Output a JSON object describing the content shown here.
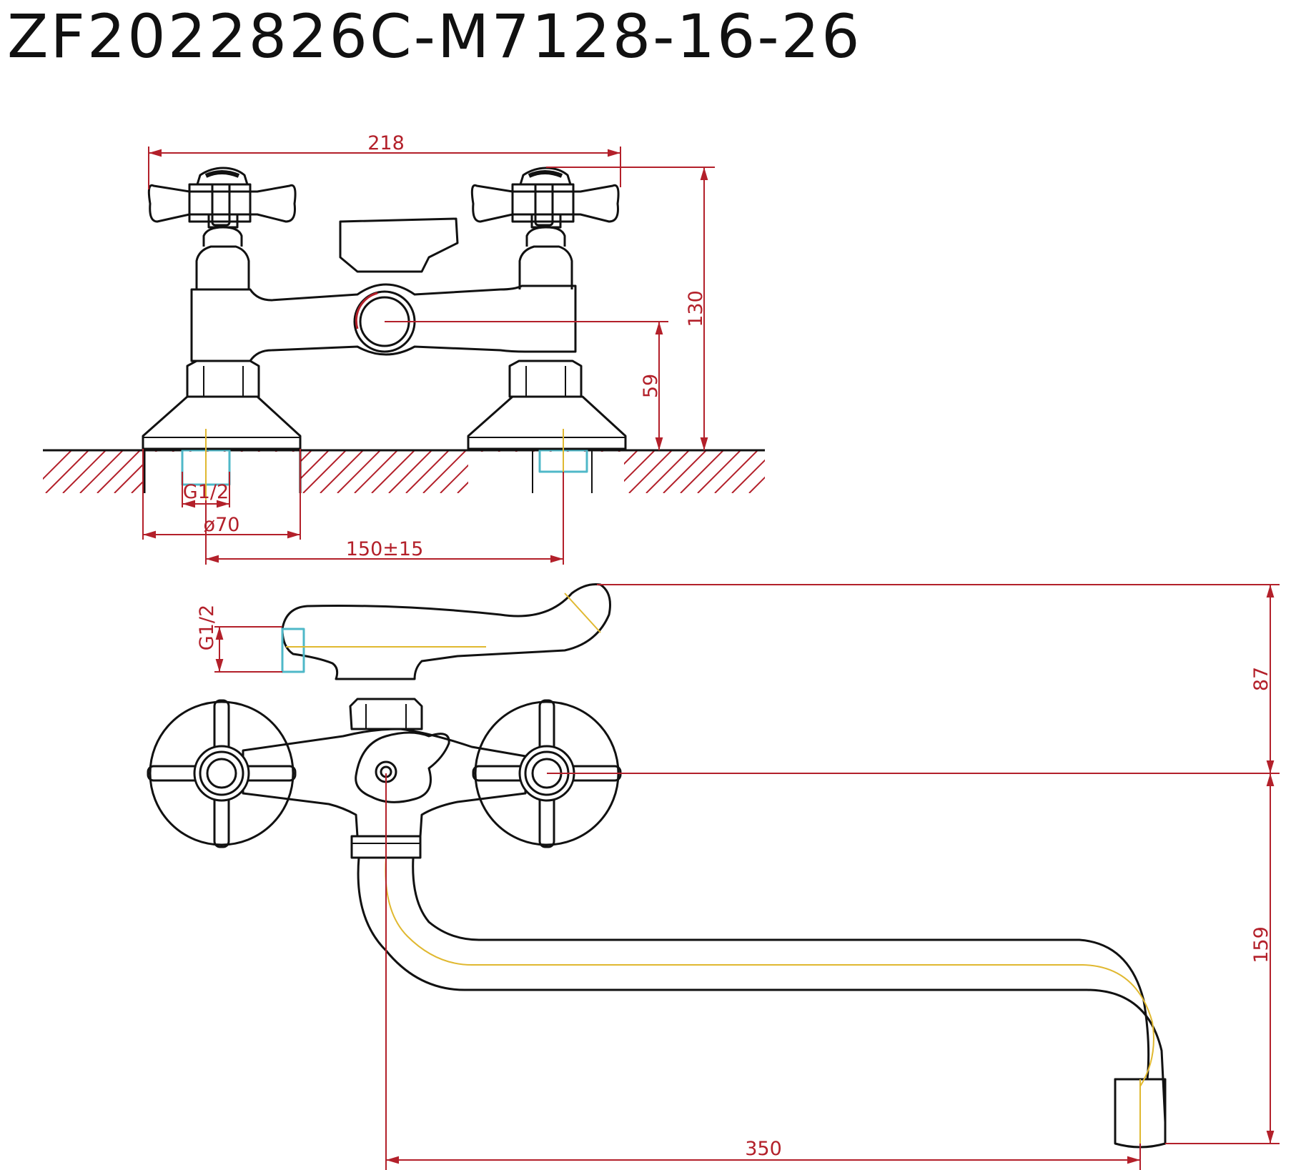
{
  "title": "ZF2022826C-M7128-16-26",
  "colors": {
    "outline": "#111111",
    "dimension": "#b3202a",
    "centerline": "#e0b830",
    "thread": "#4fb8c8",
    "background": "#ffffff"
  },
  "front_view": {
    "dimensions": {
      "overall_width": "218",
      "overall_height": "130",
      "outlet_center_height": "59",
      "inlet_thread": "G1/2",
      "escutcheon_diameter": "ø70",
      "inlet_spacing": "150±15"
    }
  },
  "top_view": {
    "dimensions": {
      "outlet_thread": "G1/2",
      "handle_offset": "87",
      "spout_drop": "159",
      "spout_reach": "350"
    }
  }
}
